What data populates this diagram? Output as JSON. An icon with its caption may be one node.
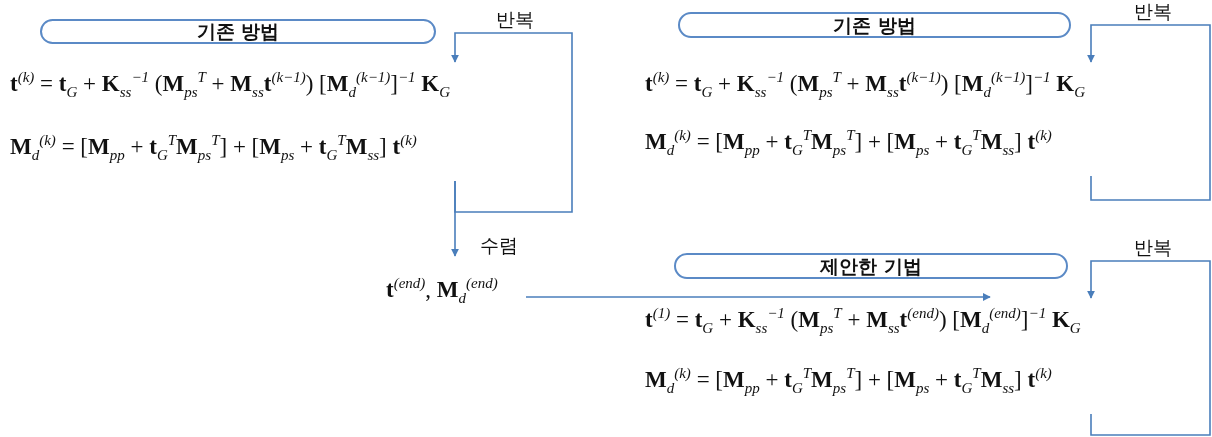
{
  "diagram": {
    "nodes": [
      {
        "text": [
          "기존 방법"
        ]
      },
      {
        "text": [
          "**t**$^{(k)}$ = **t**$_{G}$ + **K**$_{ss}$$^{−1}$ (**M**$_{ps}$$^{T}$ + **M**$_{ss}$**t**$^{(k−1)}$) [**M**$_{d}$$^{(k−1)}$]$^{−1}$ **K**$_{G}$"
        ]
      },
      {
        "text": [
          "**M**$_{d}$$^{(k)}$ = [**M**$_{pp}$ + **t**$_{G}$$^{T}$**M**$_{ps}$$^{T}$] + [**M**$_{ps}$ + **t**$_{G}$$^{T}$**M**$_{ss}$] **t**$^{(k)}$"
        ]
      },
      {
        "text": [
          "**t**$^{(end)}$, **M**$_{d}$$^{(end)}$"
        ]
      },
      {
        "text": [
          "기존 방법"
        ]
      },
      {
        "text": [
          "**t**$^{(k)}$ = **t**$_{G}$ + **K**$_{ss}$$^{−1}$ (**M**$_{ps}$$^{T}$ + **M**$_{ss}$**t**$^{(k−1)}$) [**M**$_{d}$$^{(k−1)}$]$^{−1}$ **K**$_{G}$"
        ]
      },
      {
        "text": [
          "**M**$_{d}$$^{(k)}$ = [**M**$_{pp}$ + **t**$_{G}$$^{T}$**M**$_{ps}$$^{T}$] + [**M**$_{ps}$ + **t**$_{G}$$^{T}$**M**$_{ss}$] **t**$^{(k)}$"
        ]
      },
      {
        "text": [
          "제안한 기법"
        ]
      },
      {
        "text": [
          "**t**$^{(1)}$ = **t**$_{G}$ + **K**$_{ss}$$^{−1}$ (**M**$_{ps}$$^{T}$ + **M**$_{ss}$**t**$^{(end)}$) [**M**$_{d}$$^{(end)}$]$^{−1}$ **K**$_{G}$"
        ]
      },
      {
        "text": [
          "**M**$_{d}$$^{(k)}$ = [**M**$_{pp}$ + **t**$_{G}$$^{T}$**M**$_{ps}$$^{T}$] + [**M**$_{ps}$ + **t**$_{G}$$^{T}$**M**$_{ss}$] **t**$^{(k)}$"
        ]
      }
    ],
    "edges": [
      {
        "from": 2,
        "to": 1,
        "arrow": "to",
        "label": "반복"
      },
      {
        "from": 2,
        "to": 3,
        "arrow": "to",
        "label": "수렴"
      },
      {
        "from": 3,
        "to": 8,
        "arrow": "to"
      },
      {
        "from": 6,
        "to": 5,
        "arrow": "to",
        "label": "반복"
      },
      {
        "from": 9,
        "to": 8,
        "arrow": "to",
        "label": "반복"
      }
    ]
  }
}
